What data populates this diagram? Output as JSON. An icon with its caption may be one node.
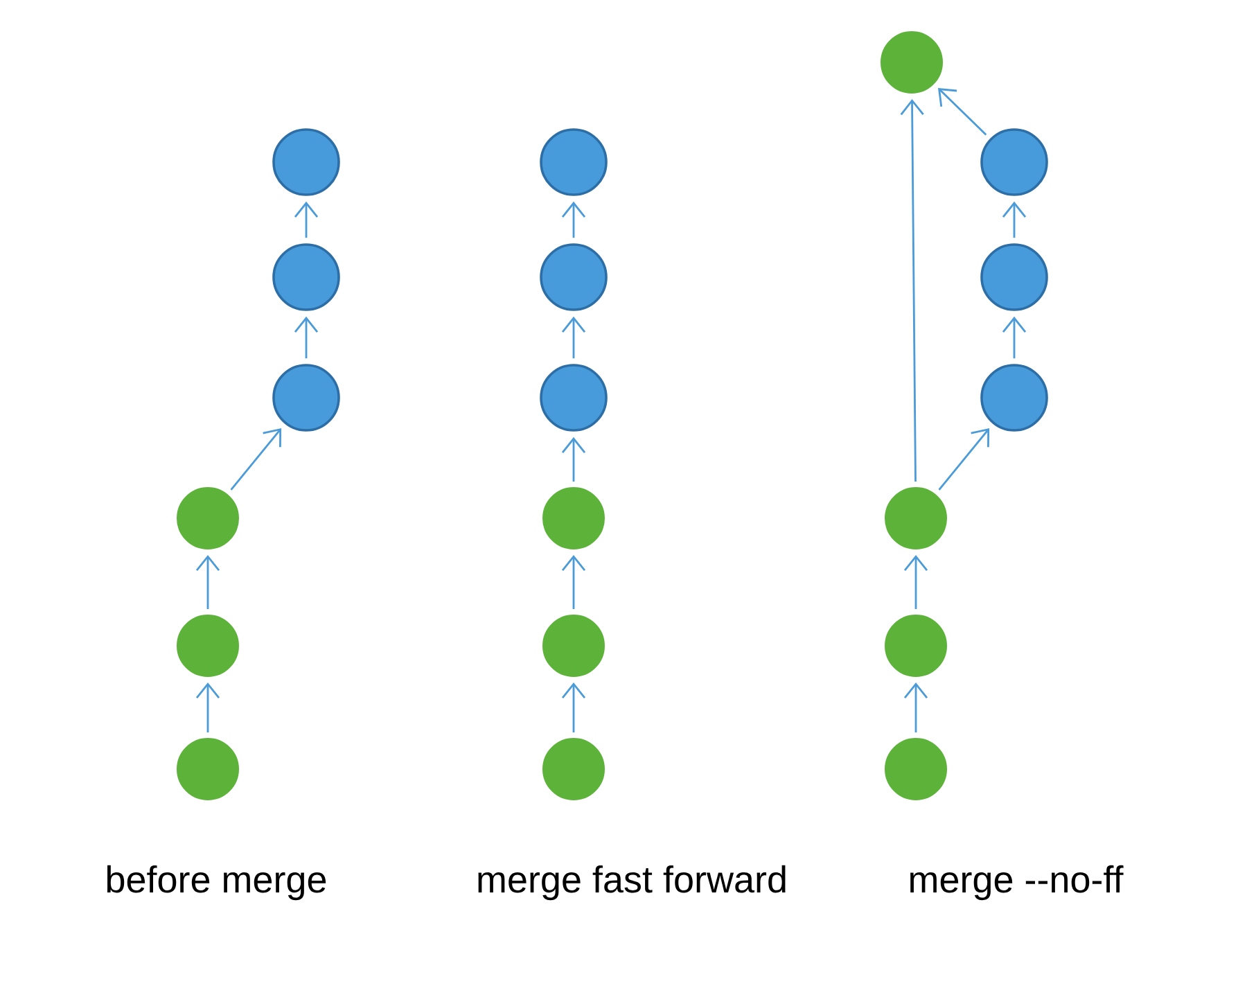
{
  "diagram": {
    "nodes": [
      {
        "text": [],
        "shape": "circle"
      },
      {
        "text": [],
        "shape": "circle"
      },
      {
        "text": [],
        "shape": "circle"
      },
      {
        "text": [],
        "shape": "circle"
      },
      {
        "text": [],
        "shape": "circle"
      },
      {
        "text": [],
        "shape": "circle"
      },
      {
        "text": [],
        "shape": "circle"
      },
      {
        "text": [],
        "shape": "circle"
      },
      {
        "text": [],
        "shape": "circle"
      },
      {
        "text": [],
        "shape": "circle"
      },
      {
        "text": [],
        "shape": "circle"
      },
      {
        "text": [],
        "shape": "circle"
      },
      {
        "text": [],
        "shape": "circle"
      },
      {
        "text": [],
        "shape": "circle"
      },
      {
        "text": [],
        "shape": "circle"
      },
      {
        "text": [],
        "shape": "circle"
      },
      {
        "text": [],
        "shape": "circle"
      },
      {
        "text": [],
        "shape": "circle"
      },
      {
        "text": [],
        "shape": "circle"
      }
    ],
    "edges": [
      {
        "from": 0,
        "to": 1,
        "arrow": "to"
      },
      {
        "from": 1,
        "to": 2,
        "arrow": "to"
      },
      {
        "from": 2,
        "to": 3,
        "arrow": "to"
      },
      {
        "from": 3,
        "to": 4,
        "arrow": "to"
      },
      {
        "from": 4,
        "to": 5,
        "arrow": "to"
      },
      {
        "from": 6,
        "to": 7,
        "arrow": "to"
      },
      {
        "from": 7,
        "to": 8,
        "arrow": "to"
      },
      {
        "from": 8,
        "to": 9,
        "arrow": "to"
      },
      {
        "from": 9,
        "to": 10,
        "arrow": "to"
      },
      {
        "from": 10,
        "to": 11,
        "arrow": "to"
      },
      {
        "from": 12,
        "to": 13,
        "arrow": "to"
      },
      {
        "from": 13,
        "to": 14,
        "arrow": "to"
      },
      {
        "from": 14,
        "to": 15,
        "arrow": "to"
      },
      {
        "from": 15,
        "to": 16,
        "arrow": "to"
      },
      {
        "from": 16,
        "to": 17,
        "arrow": "to"
      },
      {
        "from": 17,
        "to": 18,
        "arrow": "to"
      },
      {
        "from": 14,
        "to": 18,
        "arrow": "to"
      }
    ],
    "labels": [
      "before merge",
      "merge fast forward",
      "merge --no-ff"
    ]
  }
}
